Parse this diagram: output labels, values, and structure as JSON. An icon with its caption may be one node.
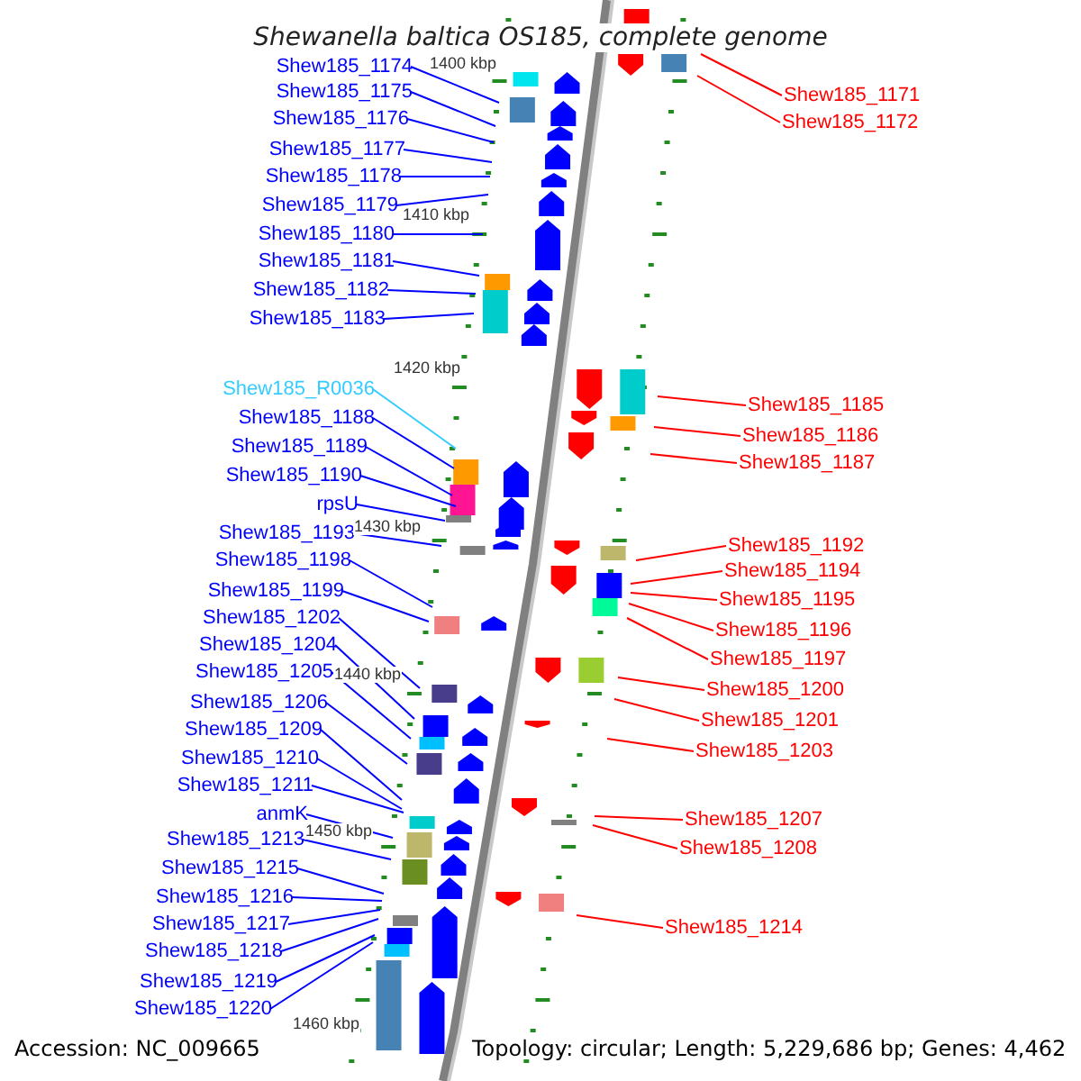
{
  "diagram": {
    "title": "Shewanella baltica OS185, complete genome",
    "nodes": [
      {
        "text": [
          "Shew185_1174"
        ]
      },
      {
        "text": [
          "Shew185_1175"
        ]
      },
      {
        "text": [
          "Shew185_1176"
        ]
      },
      {
        "text": [
          "Shew185_1177"
        ]
      },
      {
        "text": [
          "Shew185_1178"
        ]
      },
      {
        "text": [
          "Shew185_1179"
        ]
      },
      {
        "text": [
          "Shew185_1180"
        ]
      },
      {
        "text": [
          "Shew185_1181"
        ]
      },
      {
        "text": [
          "Shew185_1182"
        ]
      },
      {
        "text": [
          "Shew185_1183"
        ]
      },
      {
        "text": [
          "Shew185_R0036"
        ]
      },
      {
        "text": [
          "Shew185_1188"
        ]
      },
      {
        "text": [
          "Shew185_1189"
        ]
      },
      {
        "text": [
          "Shew185_1190"
        ]
      },
      {
        "text": [
          "rpsU"
        ]
      },
      {
        "text": [
          "Shew185_1193"
        ]
      },
      {
        "text": [
          "Shew185_1198"
        ]
      },
      {
        "text": [
          "Shew185_1199"
        ]
      },
      {
        "text": [
          "Shew185_1202"
        ]
      },
      {
        "text": [
          "Shew185_1204"
        ]
      },
      {
        "text": [
          "Shew185_1205"
        ]
      },
      {
        "text": [
          "Shew185_1206"
        ]
      },
      {
        "text": [
          "Shew185_1209"
        ]
      },
      {
        "text": [
          "Shew185_1210"
        ]
      },
      {
        "text": [
          "Shew185_1211"
        ]
      },
      {
        "text": [
          "anmK"
        ]
      },
      {
        "text": [
          "Shew185_1213"
        ]
      },
      {
        "text": [
          "Shew185_1215"
        ]
      },
      {
        "text": [
          "Shew185_1216"
        ]
      },
      {
        "text": [
          "Shew185_1217"
        ]
      },
      {
        "text": [
          "Shew185_1218"
        ]
      },
      {
        "text": [
          "Shew185_1219"
        ]
      },
      {
        "text": [
          "Shew185_1220"
        ]
      },
      {
        "text": [
          "Shew185_1171"
        ]
      },
      {
        "text": [
          "Shew185_1172"
        ]
      },
      {
        "text": [
          "Shew185_1185"
        ]
      },
      {
        "text": [
          "Shew185_1186"
        ]
      },
      {
        "text": [
          "Shew185_1187"
        ]
      },
      {
        "text": [
          "Shew185_1192"
        ]
      },
      {
        "text": [
          "Shew185_1194"
        ]
      },
      {
        "text": [
          "Shew185_1195"
        ]
      },
      {
        "text": [
          "Shew185_1196"
        ]
      },
      {
        "text": [
          "Shew185_1197"
        ]
      },
      {
        "text": [
          "Shew185_1200"
        ]
      },
      {
        "text": [
          "Shew185_1201"
        ]
      },
      {
        "text": [
          "Shew185_1203"
        ]
      },
      {
        "text": [
          "Shew185_1207"
        ]
      },
      {
        "text": [
          "Shew185_1208"
        ]
      },
      {
        "text": [
          "Shew185_1214"
        ]
      }
    ],
    "edges": [
      {
        "from": 0,
        "to": null,
        "arrow": "none"
      },
      {
        "from": 1,
        "to": null,
        "arrow": "none"
      },
      {
        "from": 2,
        "to": null,
        "arrow": "none"
      },
      {
        "from": 3,
        "to": null,
        "arrow": "none"
      },
      {
        "from": 4,
        "to": null,
        "arrow": "none"
      },
      {
        "from": 5,
        "to": null,
        "arrow": "none"
      },
      {
        "from": 6,
        "to": null,
        "arrow": "none"
      },
      {
        "from": 7,
        "to": null,
        "arrow": "none"
      },
      {
        "from": 8,
        "to": null,
        "arrow": "none"
      },
      {
        "from": 9,
        "to": null,
        "arrow": "none"
      },
      {
        "from": 10,
        "to": null,
        "arrow": "none",
        "color": "#33ccff"
      },
      {
        "from": 11,
        "to": null,
        "arrow": "none"
      },
      {
        "from": 12,
        "to": null,
        "arrow": "none"
      },
      {
        "from": 13,
        "to": null,
        "arrow": "none"
      },
      {
        "from": 14,
        "to": null,
        "arrow": "none"
      },
      {
        "from": 15,
        "to": null,
        "arrow": "none"
      },
      {
        "from": 16,
        "to": null,
        "arrow": "none"
      },
      {
        "from": 17,
        "to": null,
        "arrow": "none"
      },
      {
        "from": 18,
        "to": null,
        "arrow": "none"
      },
      {
        "from": 19,
        "to": null,
        "arrow": "none"
      },
      {
        "from": 20,
        "to": null,
        "arrow": "none"
      },
      {
        "from": 21,
        "to": null,
        "arrow": "none"
      },
      {
        "from": 22,
        "to": null,
        "arrow": "none"
      },
      {
        "from": 23,
        "to": null,
        "arrow": "none"
      },
      {
        "from": 24,
        "to": null,
        "arrow": "none"
      },
      {
        "from": 25,
        "to": null,
        "arrow": "none"
      },
      {
        "from": 26,
        "to": null,
        "arrow": "none"
      },
      {
        "from": 27,
        "to": null,
        "arrow": "none"
      },
      {
        "from": 28,
        "to": null,
        "arrow": "none"
      },
      {
        "from": 29,
        "to": null,
        "arrow": "none"
      },
      {
        "from": 30,
        "to": null,
        "arrow": "none"
      },
      {
        "from": 31,
        "to": null,
        "arrow": "none"
      },
      {
        "from": 32,
        "to": null,
        "arrow": "none"
      },
      {
        "from": 33,
        "to": null,
        "arrow": "none",
        "color": "#ff0000"
      },
      {
        "from": 34,
        "to": null,
        "arrow": "none",
        "color": "#ff0000"
      },
      {
        "from": 35,
        "to": null,
        "arrow": "none",
        "color": "#ff0000"
      },
      {
        "from": 36,
        "to": null,
        "arrow": "none",
        "color": "#ff0000"
      },
      {
        "from": 37,
        "to": null,
        "arrow": "none",
        "color": "#ff0000"
      },
      {
        "from": 38,
        "to": null,
        "arrow": "none",
        "color": "#ff0000"
      },
      {
        "from": 39,
        "to": null,
        "arrow": "none",
        "color": "#ff0000"
      },
      {
        "from": 40,
        "to": null,
        "arrow": "none",
        "color": "#ff0000"
      },
      {
        "from": 41,
        "to": null,
        "arrow": "none",
        "color": "#ff0000"
      },
      {
        "from": 42,
        "to": null,
        "arrow": "none",
        "color": "#ff0000"
      },
      {
        "from": 43,
        "to": null,
        "arrow": "none",
        "color": "#ff0000"
      },
      {
        "from": 44,
        "to": null,
        "arrow": "none",
        "color": "#ff0000"
      },
      {
        "from": 45,
        "to": null,
        "arrow": "none",
        "color": "#ff0000"
      },
      {
        "from": 46,
        "to": null,
        "arrow": "none",
        "color": "#ff0000"
      },
      {
        "from": 47,
        "to": null,
        "arrow": "none",
        "color": "#ff0000"
      },
      {
        "from": 48,
        "to": null,
        "arrow": "none",
        "color": "#ff0000"
      }
    ],
    "labels": [
      "1400 kbp",
      "1410 kbp",
      "1420 kbp",
      "1430 kbp",
      "1440 kbp",
      "1450 kbp",
      "1460 kbp",
      "Accession: NC_009665",
      "Topology: circular; Length: 5,229,686 bp; Genes: 4,462"
    ]
  }
}
